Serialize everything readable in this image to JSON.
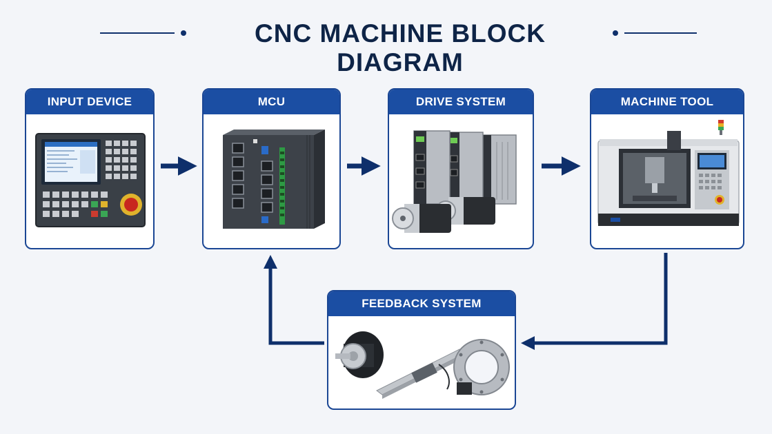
{
  "title": "CNC MACHINE BLOCK DIAGRAM",
  "blocks": {
    "input_device": "INPUT DEVICE",
    "mcu": "MCU",
    "drive_system": "DRIVE SYSTEM",
    "machine_tool": "MACHINE TOOL",
    "feedback_system": "FEEDBACK SYSTEM"
  },
  "colors": {
    "accent": "#1b4ea3",
    "arrow": "#0e2f6b",
    "background": "#f3f5f9"
  }
}
